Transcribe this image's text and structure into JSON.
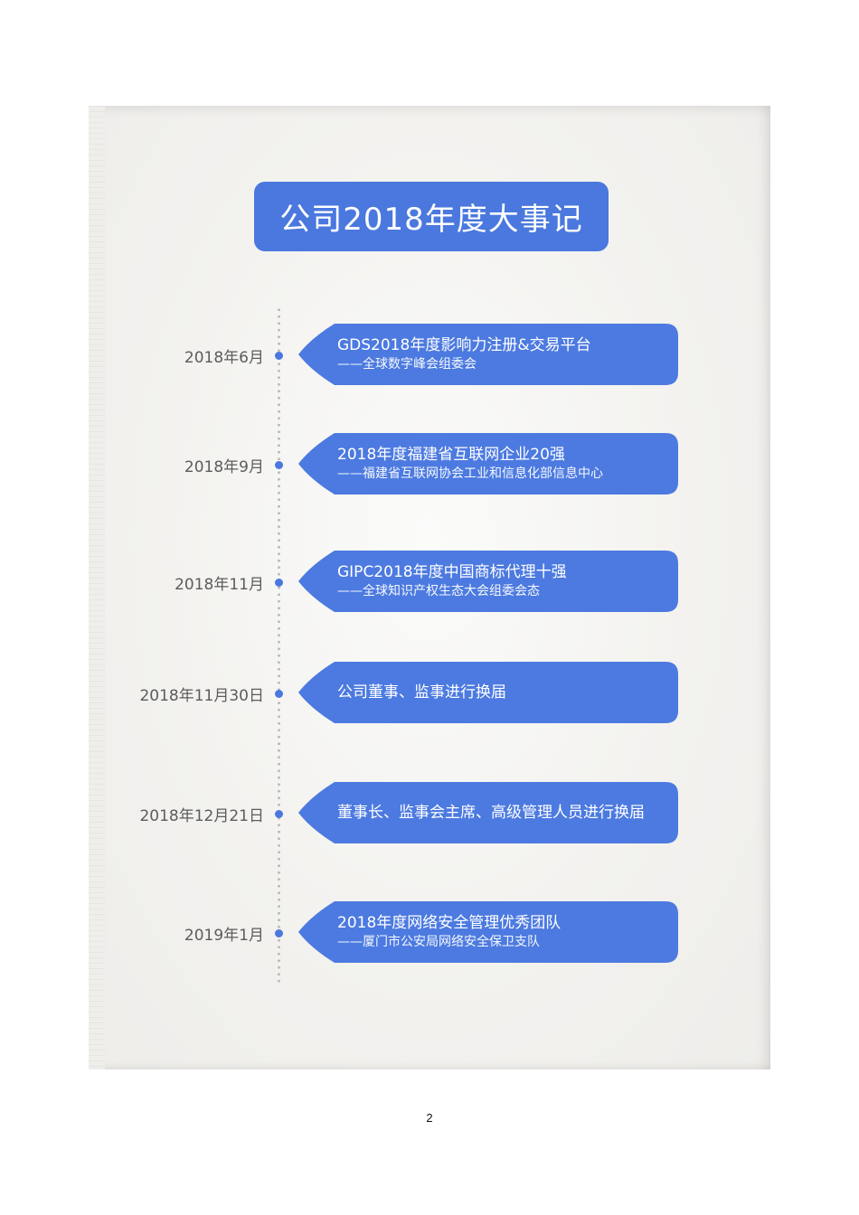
{
  "poster": {
    "title": "公司2018年度大事记",
    "accent_color": "#4a78de",
    "events": [
      {
        "date": "2018年6月",
        "title": "GDS2018年度影响力注册&交易平台",
        "subtitle": "——全球数字峰会组委会"
      },
      {
        "date": "2018年9月",
        "title": "2018年度福建省互联网企业20强",
        "subtitle": "——福建省互联网协会工业和信息化部信息中心"
      },
      {
        "date": "2018年11月",
        "title": "GIPC2018年度中国商标代理十强",
        "subtitle": "——全球知识产权生态大会组委会态"
      },
      {
        "date": "2018年11月30日",
        "title": "公司董事、监事进行换届",
        "subtitle": ""
      },
      {
        "date": "2018年12月21日",
        "title": "董事长、监事会主席、高级管理人员进行换届",
        "subtitle": ""
      },
      {
        "date": "2019年1月",
        "title": "2018年度网络安全管理优秀团队",
        "subtitle": "——厦门市公安局网络安全保卫支队"
      }
    ]
  },
  "footer": {
    "page_number": "2"
  }
}
